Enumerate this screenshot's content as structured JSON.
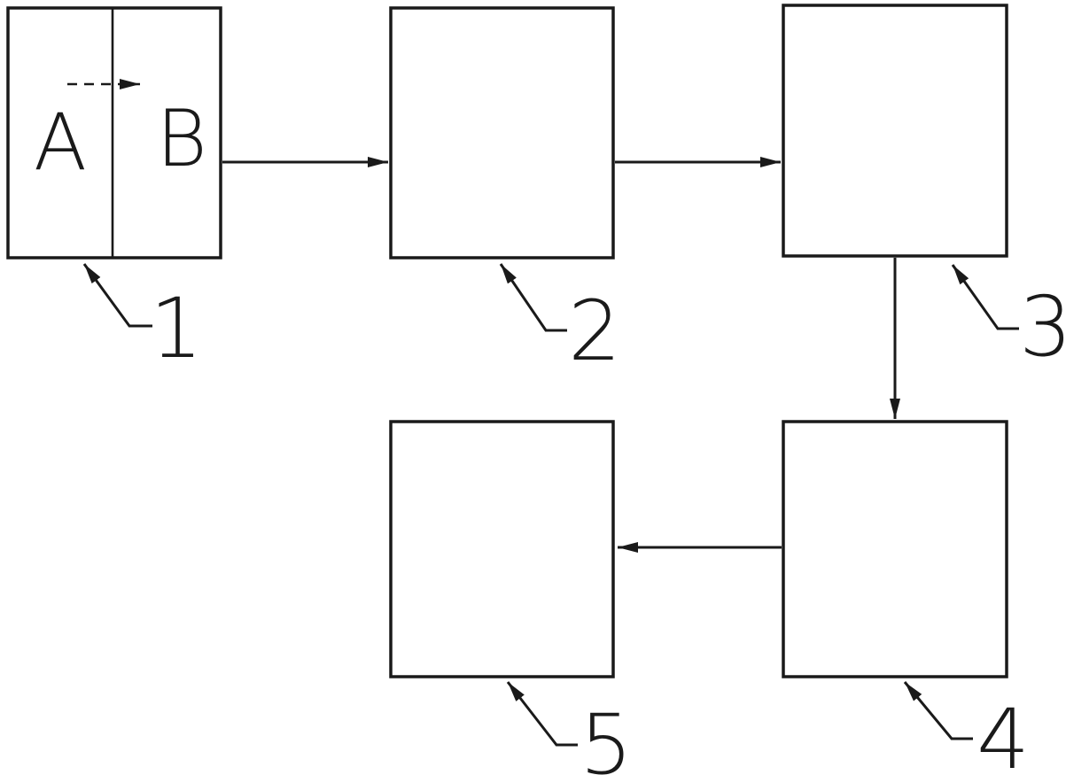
{
  "diagram": {
    "type": "block-flow-diagram",
    "colors": {
      "line": "#1a1a1a",
      "background": "#ffffff"
    },
    "box1": {
      "ref": "1",
      "compartments": [
        "A",
        "B"
      ],
      "internal_arrow": {
        "from": "A",
        "to": "B",
        "style": "dashed"
      }
    },
    "refs": [
      "1",
      "2",
      "3",
      "4",
      "5"
    ],
    "connections": [
      {
        "from": "1",
        "to": "2",
        "style": "solid-arrow"
      },
      {
        "from": "2",
        "to": "3",
        "style": "solid-arrow"
      },
      {
        "from": "3",
        "to": "4",
        "style": "solid-arrow"
      },
      {
        "from": "4",
        "to": "5",
        "style": "solid-arrow"
      }
    ]
  }
}
